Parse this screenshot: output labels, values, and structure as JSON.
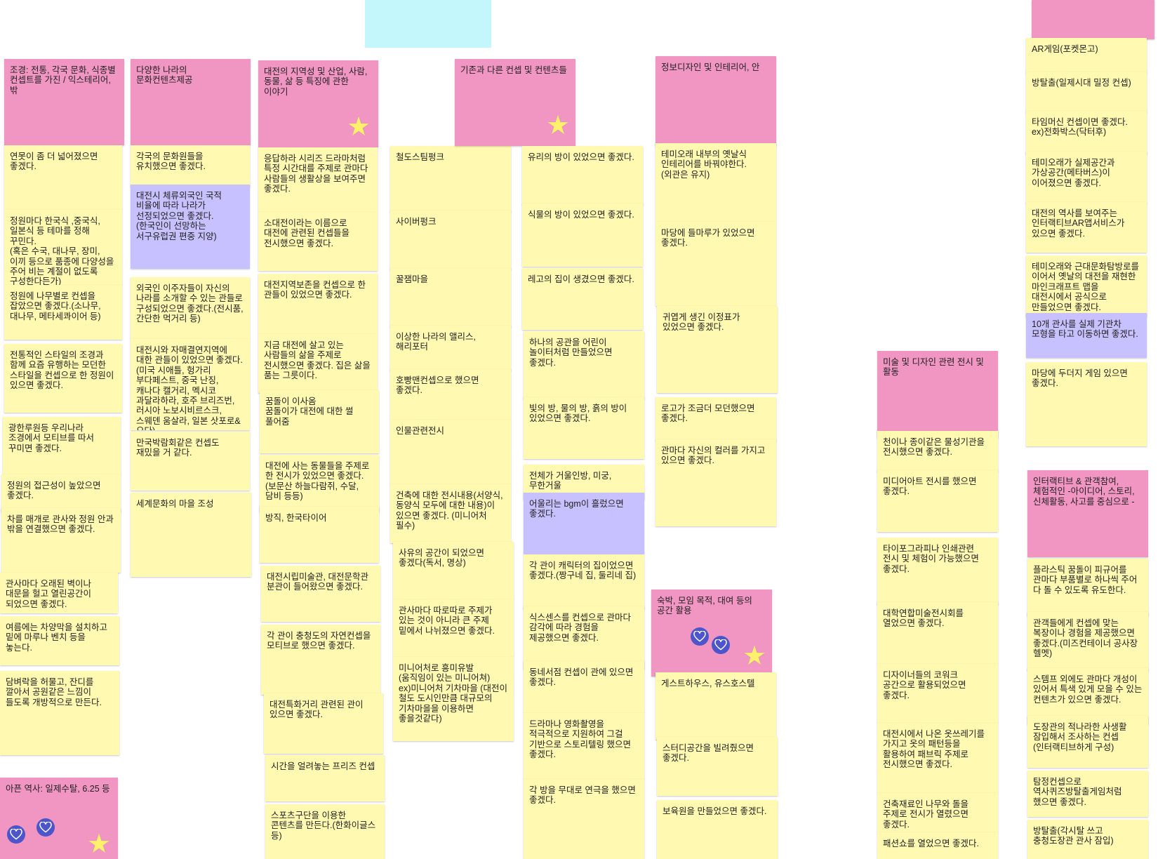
{
  "colors": {
    "note_yellow": "#fff9b1",
    "note_pink": "#f195c2",
    "note_purple": "#c7c1ff",
    "note_cyan": "#c4f7fb",
    "star": "#fff16b",
    "heart_badge": "#4c55c9"
  },
  "icons": [
    "star-icon",
    "heart-icon"
  ],
  "col1": {
    "header": "조경: 전통, 각국 문화, 식종별 컨셉트를 가진 / 익스테리어, 밖",
    "notes": [
      "연못이 좀 더 넓어졌으면 좋겠다.",
      "정원마다 한국식 ,중국식, 일본식 등 테마를 정해 꾸민다.\n(혹은 수국, 대나무, 장미, 이끼 등으로 품종에 다양성을 주어 비는 계절이 없도록 구성한다든가)",
      "정원에 나무별로 컨셉을 잡았으면 좋겠다.(소나무, 대나무, 메타세콰이어 등)",
      "전통적인 스타일의 조경과 함께 요즘 유행하는 모던한 스타일을 컨셉으로 한 정원이 있으면 좋겠다.",
      "광한루원등 우리나라 조경에서 모티브를 따서 꾸미면 좋겠다.",
      "정원의 접근성이 높았으면 좋겠다.",
      "차를 매개로 관사와 정원 안과 밖을 연결했으면 좋겠다.",
      "관사마다 오래된 벽이나 대문을 헐고 열린공간이 되었으면 좋겠다.",
      "여름에는 차양막을 설치하고 밑에 마루나 벤치 등을 놓는다.",
      "담벼락을 허물고, 잔디를 깔아서 공원같은 느낌이 들도록 개방적으로 만든다."
    ],
    "header2": "아픈 역사: 일제수탈, 6.25 등"
  },
  "col2": {
    "header": "다양한 나라의 문화컨텐츠제공",
    "notes": [
      "각국의 문화원들을 유치했으면 좋겠다.",
      "대전시 체류외국인 국적 비율에 따라 나라가 선정되었으면 좋겠다. (한국인이 선망하는 서구유럽권 편중 지양)",
      "외국인 이주자들이 자신의 나라를 소개할 수 있는 관들로 구성되었으면 좋겠다.(전시품, 간단한 먹거리 등)",
      "대전시와 자매결연지역에 대한 관들이 있었으면 좋겠다. (미국 시애틀, 헝가리 부다페스트, 중국 난징, 캐나다 캘거리, 멕시코 과달라하라, 호주 브리즈번, 러시아 노보시비르스크, 스웨덴 움살라, 일본 삿포로&오다)",
      "만국박람회같은 컨셉도 재밌을 거 같다.",
      "세계문화의 마을 조성"
    ]
  },
  "col3": {
    "header": "대전의 지역성 및 산업, 사람, 동물, 삶 등 특징에 관한 이야기",
    "notes": [
      "응답하라 시리즈 드라마처럼 특정 시간대를 주제로 관마다 사람들의 생활상을 보여주면 좋겠다.",
      "소대전이라는 이름으로 대전에 관련된 컨셉들을 전시했으면 좋겠다.",
      "대전지역보존을 컨셉으로 한 관들이 있었으면 좋겠다.",
      "지금 대전에 살고 있는 사람들의 삶을 주제로 전시했으면 좋겠다. 집은 삶을 품는 그릇이다.",
      "꿈돌이 이사옴\n꿈돌이가 대전에 대한 썰 풀어줌",
      "대전에 사는 동물들을 주제로 한 전시가 있었으면 좋겠다. (보문산 하늘다람쥐, 수달, 담비 등등)",
      "방직, 한국타이어",
      "대전시립미술관, 대전문학관 분관이 들어왔으면 좋겠다.",
      "각 관이 충청도의 자연컨셉을 모티브로 했으면 좋겠다.",
      "대전특화거리 관련된 관이 있으면 좋겠다.",
      "시간을 얼려놓는 프리즈 컨셉",
      "스포츠구단을 이용한 콘텐츠를 만든다.(한화이글스 등)"
    ]
  },
  "col4": {
    "notes": [
      "철도스팀펑크",
      "사이버펑크",
      "꿀잼마을",
      "이상한 나라의 앨리스, 해리포터",
      "호빵맨컨셉으로 했으면 좋겠다.",
      "인물관련전시",
      "건축에 대한 전시내용(서양식, 동양식 모두에 대한 내용)이 있으면 좋겠다. (미니어처 필수)",
      "사유의 공간이 되었으면 좋겠다(독서, 명상)",
      "관사마다 따로따로 주제가 있는 것이 아니라 큰 주제 밑에서 나뉘졌으면 좋겠다.",
      "미니어처로 흥미유발(움직임이 있는 미니어쳐)\nex)미니어처 기차마을 (대전이 철도 도시인만큼 대규모의 기차마을을 이용하면 좋을것같다)"
    ]
  },
  "col5": {
    "header": "기존과 다른 컨셉 및 컨텐츠들",
    "notes": [
      "유리의 방이 있었으면 좋겠다.",
      "식물의 방이 있었으면 좋겠다.",
      "레고의 집이 생겼으면 좋겠다.",
      "하나의 공관을 어린이 놀이터처럼 만들었으면 좋겠다.",
      "빛의 방, 물의 방, 흙의 방이 있었으면 좋겠다.",
      "전체가 거울인방, 미궁,무한거울",
      "어울리는 bgm이 흘렀으면 좋겠다.",
      "각 관이 캐릭터의 집이었으면 좋겠다.(짱구네 집, 둘리네 집)",
      "식스센스를 컨셉으로 관마다 감각에 따라 경험을 제공했으면 좋겠다.",
      "동네서점 컨셉이 관에 있으면 좋겠다.",
      "드라마나 영화촬영을 적극적으로 지원하여 그걸 기반으로 스토리텔링 했으면 좋겠다.",
      "각 방을 무대로 연극을 했으면 좋겠다."
    ]
  },
  "col6": {
    "header": "정보디자인 및 인테리어, 안",
    "notes": [
      "테미오래 내부의 옛날식 인테리어를 바꿔야한다.(외관은 유지)",
      "마당에 들마루가 있었으면 좋겠다.",
      "귀엽게 생긴 이정표가 있었으면 좋겠다.",
      "로고가 조금더 모던했으면 좋겠다.",
      "관마다 자신의 컬러를 가지고 있으면 좋겠다."
    ],
    "header2": "숙박, 모임 목적, 대여 등의 공간 활용",
    "notes2": [
      "게스트하우스, 유스호스텔",
      "스터디공간을 빌려줬으면 좋겠다.",
      "보육원을 만들었으면 좋겠다."
    ]
  },
  "col7": {
    "header": "미술 및 디자인 관련 전시 및 활동",
    "notes": [
      "천이나 종이같은 물성기관을 전시했으면 좋겠다.",
      "미디어아트 전시를 했으면 좋겠다.",
      "타이포그라피나 인쇄관련 전시 및 체험이 가능했으면 좋겠다.",
      "대학연합미술전시회를 열었으면 좋겠다.",
      "디자이너들의 코워크 공간으로 활용되었으면 좋겠다.",
      "대전시에서 나온 옷쓰레기를 가지고 옷의 패턴등을 활용하여 패브릭 주제로 전시했으면 좋겠다.",
      "건축재료인 나무와 돌을 주제로 전시가 열렸으면 좋겠다.",
      "패션쇼를 열었으면 좋겠다."
    ]
  },
  "col8": {
    "notes": [
      "AR게임(포켓몬고)",
      "방탈출(일제시대 밀정 컨셉)",
      "타임머신 컨셉이면 좋겠다.\nex)전화박스(닥터후)",
      "테미오래가 실제공간과 가상공간(메타버스)이 이어졌으면 좋겠다.",
      "대전의 역사를 보여주는 인터랙티브AR앱서비스가 있으면 좋겠다.",
      "테미오래와 근대문화탐방로를 이어서 옛날의 대전을 재현한 마인크래프트 맵을 대전시에서 공식으로 만들었으면 좋겠다.",
      "10개 관사를 실제 기관차 모형을 타고 이동하면 좋겠다.",
      "마당에 두더지 게임 있으면 좋겠다."
    ],
    "header": "인터랙티브 & 관객참여, 체험적인 -아이디어, 스토리, 신체활동, 사고를 중심으로 -",
    "notes2": [
      "플라스틱 꿈돌이 피규어를 관마다 부품별로 하나씩 주어 다 돌 수 있도록 유도한다.",
      "관객들에게 컨셉에 맞는 복장이나 경험을 제공했으면 좋겠다.(미즈컨테이너 공사장 헬멧)",
      "스템프 외에도 관마다 개성이 있어서 특색 있게 모을 수 있는 컨텐츠가 있으면 좋겠다.",
      "도장관의 적나라한 사생활 잠입해서 조사하는 컨셉(인터랙티브하게 구성)",
      "탐정컨셉으로 역사퀴즈방탈출게임처럼 했으면 좋겠다.",
      "방탈출(각시탈 쓰고 충청도장관 관사 잠입)"
    ]
  }
}
